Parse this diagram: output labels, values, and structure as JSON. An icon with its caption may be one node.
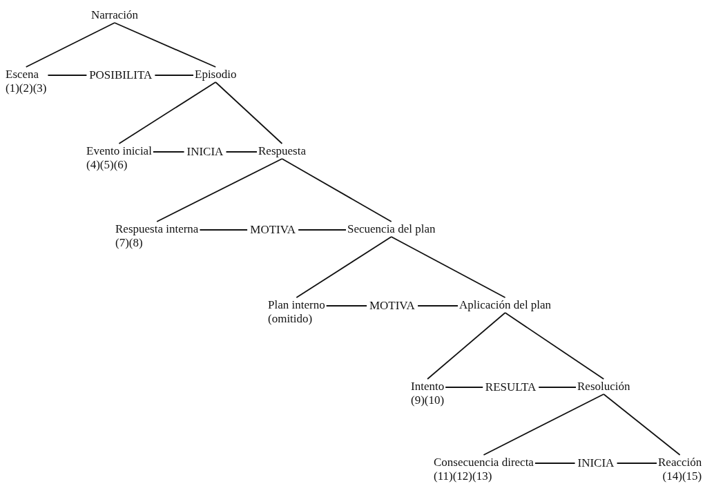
{
  "diagram": {
    "nodes": [
      {
        "text": [
          "Narración"
        ]
      },
      {
        "text": [
          "Escena"
        ],
        "beside": [
          "(1)(2)(3)"
        ]
      },
      {
        "text": [
          "Episodio"
        ]
      },
      {
        "text": [
          "Evento inicial"
        ],
        "beside": [
          "(4)(5)(6)"
        ]
      },
      {
        "text": [
          "Respuesta"
        ]
      },
      {
        "text": [
          "Respuesta interna"
        ],
        "beside": [
          "(7)(8)"
        ]
      },
      {
        "text": [
          "Secuencia del plan"
        ]
      },
      {
        "text": [
          "Plan interno"
        ],
        "beside": [
          "(omitido)"
        ]
      },
      {
        "text": [
          "Aplicación del plan"
        ]
      },
      {
        "text": [
          "Intento"
        ],
        "beside": [
          "(9)(10)"
        ]
      },
      {
        "text": [
          "Resolución"
        ]
      },
      {
        "text": [
          "Consecuencia directa"
        ],
        "beside": [
          "(11)(12)(13)"
        ]
      },
      {
        "text": [
          "Reacción"
        ],
        "beside": [
          "(14)(15)"
        ]
      }
    ],
    "edges": [
      {
        "from": 0,
        "to": 1,
        "arrow": "none"
      },
      {
        "from": 0,
        "to": 2,
        "arrow": "none"
      },
      {
        "from": 1,
        "to": 2,
        "arrow": "none",
        "label": "POSIBILITA"
      },
      {
        "from": 2,
        "to": 3,
        "arrow": "none"
      },
      {
        "from": 2,
        "to": 4,
        "arrow": "none"
      },
      {
        "from": 3,
        "to": 4,
        "arrow": "none",
        "label": "INICIA"
      },
      {
        "from": 4,
        "to": 5,
        "arrow": "none"
      },
      {
        "from": 4,
        "to": 6,
        "arrow": "none"
      },
      {
        "from": 5,
        "to": 6,
        "arrow": "none",
        "label": "MOTIVA"
      },
      {
        "from": 6,
        "to": 7,
        "arrow": "none"
      },
      {
        "from": 6,
        "to": 8,
        "arrow": "none"
      },
      {
        "from": 7,
        "to": 8,
        "arrow": "none",
        "label": "MOTIVA"
      },
      {
        "from": 8,
        "to": 9,
        "arrow": "none"
      },
      {
        "from": 8,
        "to": 10,
        "arrow": "none"
      },
      {
        "from": 9,
        "to": 10,
        "arrow": "none",
        "label": "RESULTA"
      },
      {
        "from": 10,
        "to": 11,
        "arrow": "none"
      },
      {
        "from": 10,
        "to": 12,
        "arrow": "none"
      },
      {
        "from": 11,
        "to": 12,
        "arrow": "none",
        "label": "INICIA"
      }
    ]
  }
}
